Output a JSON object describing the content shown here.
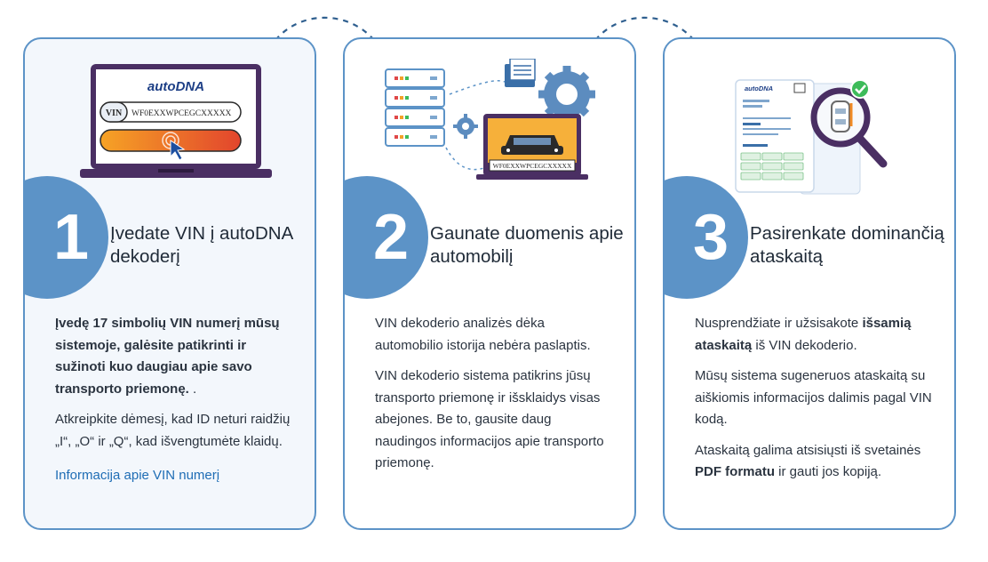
{
  "steps": [
    {
      "number": "1",
      "title": "Įvedate VIN į autoDNA dekoderį",
      "paragraphs": [
        {
          "bold": "Įvedę 17 simbolių VIN numerį mūsų sistemoje, galėsite patikrinti ir sužinoti kuo daugiau apie savo transporto priemonę.",
          "rest": " ."
        },
        {
          "text": "Atkreipkite dėmesį, kad ID neturi raidžių „I“, „O“ ir „Q“, kad išvengtumėte klaidų."
        }
      ],
      "link": "Informacija apie VIN numerį",
      "illustration": {
        "logo": "autoDNA",
        "vin_label": "VIN",
        "vin_value": "WF0EXXWPCEGCXXXXX"
      }
    },
    {
      "number": "2",
      "title": "Gaunate duomenis apie automobilį",
      "paragraphs": [
        {
          "text": "VIN dekoderio analizės dėka automobilio istorija nebėra paslaptis."
        },
        {
          "text": "VIN dekoderio sistema patikrins jūsų transporto priemonę ir išsklaidys visas abejones. Be to, gausite daug naudingos informacijos apie transporto priemonę."
        }
      ],
      "illustration": {
        "vin_value": "WF0EXXWPCEGCXXXXX"
      }
    },
    {
      "number": "3",
      "title": "Pasirenkate dominančią ataskaitą",
      "paragraphs": [
        {
          "pre": "Nusprendžiate ir užsisakote ",
          "bold": "išsamią ataskaitą",
          "post": " iš VIN dekoderio."
        },
        {
          "text": "Mūsų sistema sugeneruos ataskaitą su aiškiomis informacijos dalimis pagal VIN kodą."
        },
        {
          "pre": "Ataskaitą galima atsisiųsti iš svetainės ",
          "bold": "PDF formatu",
          "post": " ir gauti jos kopiją."
        }
      ],
      "illustration": {
        "logo": "autoDNA"
      }
    }
  ],
  "colors": {
    "accent": "#5c93c7",
    "link": "#1f6db5",
    "orange": "#f08a24",
    "laptop": "#4a2f63"
  }
}
